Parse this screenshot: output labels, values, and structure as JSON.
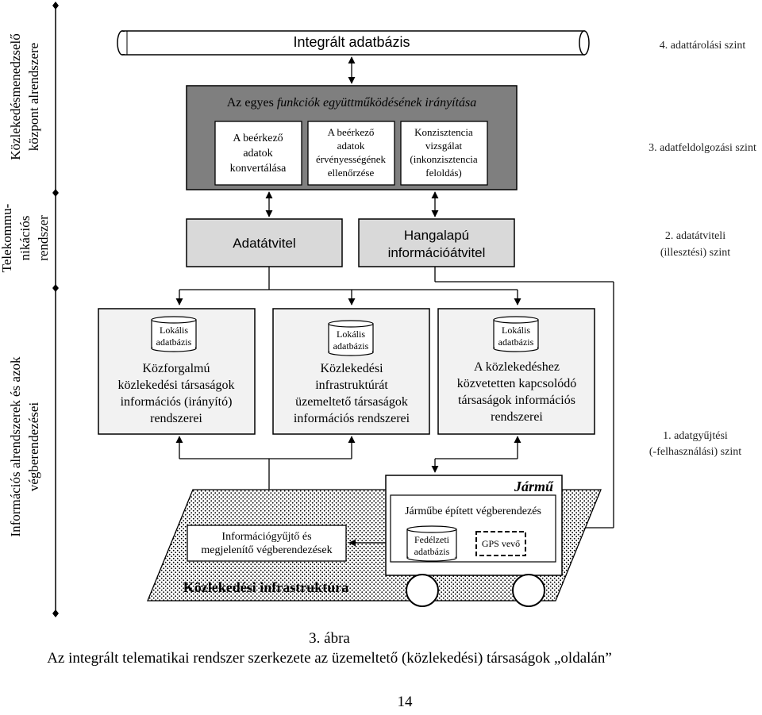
{
  "left_labels": {
    "top": [
      "Közlekedésmenedzselő",
      "központ alrendszere"
    ],
    "middle": [
      "Telekommu-",
      "nikációs",
      "rendszer"
    ],
    "bottom": [
      "Információs alrendszerek és azok",
      "végberendezései"
    ]
  },
  "levels": {
    "l4": "4. adattárolási szint",
    "l3": "3. adatfeldolgozási szint",
    "l2": [
      "2. adatátviteli",
      "(illesztési) szint"
    ],
    "l1": [
      "1. adatgyűjtési",
      "(-felhasználási) szint"
    ]
  },
  "integrated_db": "Integrált adatbázis",
  "control": {
    "title_prefix": "Az egyes ",
    "title_italic": "funkciók együttműködésének irányítása",
    "boxes": [
      [
        "A beérkező",
        "adatok",
        "konvertálása"
      ],
      [
        "A beérkező",
        "adatok",
        "érvényességének",
        "ellenőrzése"
      ],
      [
        "Konzisztencia",
        "vizsgálat",
        "(inkonzisztencia",
        "feloldás)"
      ]
    ]
  },
  "transmission": {
    "data": "Adatátvitel",
    "voice": [
      "Hangalapú",
      "információátvitel"
    ]
  },
  "local_db_label": [
    "Lokális",
    "adatbázis"
  ],
  "systems": [
    [
      "Közforgalmú",
      "közlekedési társaságok",
      "információs (irányító)",
      "rendszerei"
    ],
    [
      "Közlekedési",
      "infrastruktúrát",
      "üzemeltető társaságok",
      "információs rendszerei"
    ],
    [
      "A közlekedéshez",
      "közvetetten kapcsolódó",
      "társaságok információs",
      "rendszerei"
    ]
  ],
  "infrastructure": {
    "label": "Közlekedési infrastruktúra",
    "terminals": [
      "Információgyűjtő és",
      "megjelenítő végberendezések"
    ]
  },
  "vehicle": {
    "label": "Jármű",
    "equipment": "Járműbe épített végberendezés",
    "onboard_db": [
      "Fedélzeti",
      "adatbázis"
    ],
    "gps": "GPS vevő"
  },
  "caption": {
    "line1": "3. ábra",
    "line2": "Az integrált telematikai rendszer szerkezete az üzemeltető (közlekedési) társaságok „oldalán”"
  },
  "page_number": "14"
}
